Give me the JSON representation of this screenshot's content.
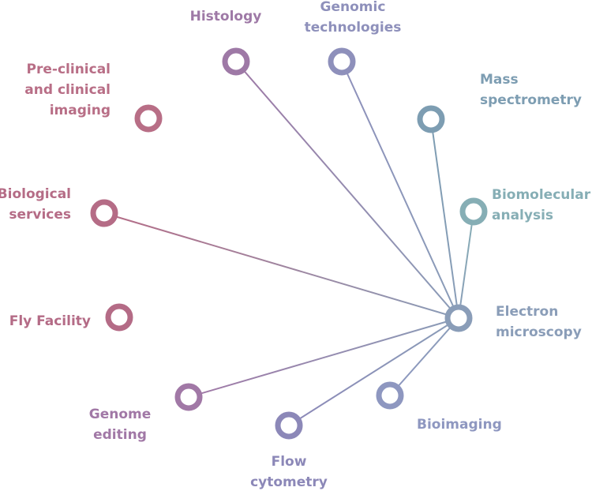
{
  "hub": {
    "name": "electron-microscopy",
    "label_lines": [
      "Electron",
      "microscopy"
    ],
    "color": "#8a9db8"
  },
  "nodes": [
    {
      "name": "histology",
      "label_lines": [
        "Histology"
      ],
      "color": "#9e79a6",
      "connected": true
    },
    {
      "name": "genomic-technologies",
      "label_lines": [
        "Genomic",
        "technologies"
      ],
      "color": "#8e90bb",
      "connected": true
    },
    {
      "name": "mass-spectrometry",
      "label_lines": [
        "Mass",
        "spectrometry"
      ],
      "color": "#7d9db2",
      "connected": true
    },
    {
      "name": "biomolecular-analysis",
      "label_lines": [
        "Biomolecular",
        "analysis"
      ],
      "color": "#86aeb5",
      "connected": true
    },
    {
      "name": "bioimaging",
      "label_lines": [
        "Bioimaging"
      ],
      "color": "#8e97c0",
      "connected": true
    },
    {
      "name": "flow-cytometry",
      "label_lines": [
        "Flow",
        "cytometry"
      ],
      "color": "#8c88b8",
      "connected": true
    },
    {
      "name": "genome-editing",
      "label_lines": [
        "Genome",
        "editing"
      ],
      "color": "#a178a6",
      "connected": true
    },
    {
      "name": "fly-facility",
      "label_lines": [
        "Fly Facility"
      ],
      "color": "#b46b86",
      "connected": false
    },
    {
      "name": "biological-services",
      "label_lines": [
        "Biological",
        "services"
      ],
      "color": "#b56c86",
      "connected": true
    },
    {
      "name": "pre-clinical-and-clinical-imaging",
      "label_lines": [
        "Pre-clinical",
        "and clinical",
        "imaging"
      ],
      "color": "#b86e86",
      "connected": false
    }
  ]
}
